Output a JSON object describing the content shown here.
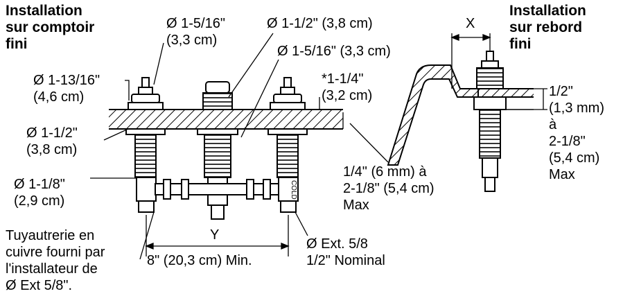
{
  "titles": {
    "left": "Installation\nsur comptoir\nfini",
    "right": "Installation\nsur rebord\nfini"
  },
  "labels": {
    "d_1_5_16_top": "Ø 1-5/16\"\n(3,3 cm)",
    "d_1_1_2_top": "Ø 1-1/2\" (3,8 cm)",
    "d_1_5_16_right": "Ø 1-5/16\" (3,3 cm)",
    "d_1_13_16": "Ø 1-13/16\"\n(4,6 cm)",
    "thickness_1_1_4": "*1-1/4\"\n(3,2 cm)",
    "d_1_1_2_left": "Ø 1-1/2\"\n(3,8 cm)",
    "d_1_1_8": "Ø 1-1/8\"\n(2,9 cm)",
    "deck_range": "1/4\" (6 mm) à\n2-1/8\" (5,4 cm)\nMax",
    "ledge_range": "1/2\"\n(1,3 mm)\nà\n2-1/8\"\n(5,4 cm)\nMax",
    "x_dim": "X",
    "y_dim": "Y",
    "spacing_min": "8\" (20,3 cm) Min.",
    "copper_note": "Tuyautrerie en\ncuivre fourni par\nl'installateur de\nØ Ext 5/8\".",
    "ext_note": "Ø Ext. 5/8\n1/2\" Nominal",
    "cold_mark": "COLD"
  }
}
